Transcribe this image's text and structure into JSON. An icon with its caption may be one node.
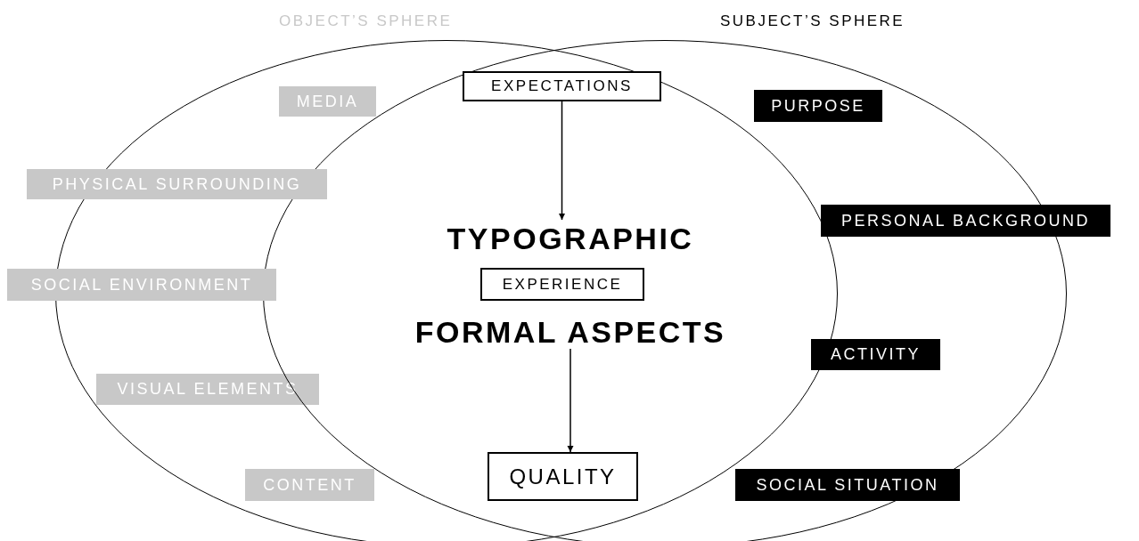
{
  "diagram": {
    "nodes": [
      {
        "text": [
          "OBJECT’S SPHERE"
        ]
      },
      {
        "text": [
          "SUBJECT’S SPHERE"
        ]
      },
      {
        "text": [
          "MEDIA"
        ],
        "in": 0
      },
      {
        "text": [
          "PHYSICAL SURROUNDING"
        ]
      },
      {
        "text": [
          "SOCIAL ENVIRONMENT"
        ]
      },
      {
        "text": [
          "VISUAL ELEMENTS"
        ],
        "in": 0
      },
      {
        "text": [
          "CONTENT"
        ],
        "in": 0
      },
      {
        "text": [
          "EXPECTATIONS"
        ]
      },
      {
        "text": [
          "PURPOSE"
        ],
        "in": 1
      },
      {
        "text": [
          "PERSONAL BACKGROUND"
        ]
      },
      {
        "text": [
          "ACTIVITY"
        ],
        "in": 1
      },
      {
        "text": [
          "SOCIAL SITUATION"
        ],
        "in": 1
      },
      {
        "text": [
          "TYPOGRAPHIC"
        ]
      },
      {
        "text": [
          "EXPERIENCE"
        ]
      },
      {
        "text": [
          "FORMAL ASPECTS"
        ]
      },
      {
        "text": [
          "QUALITY"
        ]
      }
    ],
    "edges": [
      {
        "from": 7,
        "to": 12,
        "arrow": "to"
      },
      {
        "from": 14,
        "to": 15,
        "arrow": "to"
      }
    ]
  }
}
